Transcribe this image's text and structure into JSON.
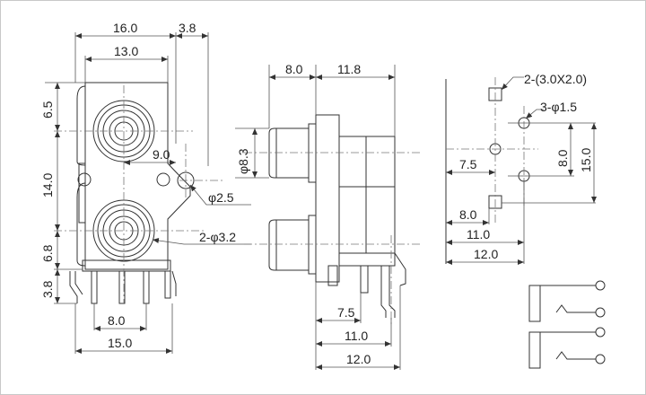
{
  "front_view": {
    "width_top": "16.0",
    "width_inner": "13.0",
    "offset_right": "3.8",
    "height_upper": "6.5",
    "height_total": "14.0",
    "center_offset": "9.0",
    "hole_small": "φ2.5",
    "hole_pair": "2-φ3.2",
    "height_lower": "6.8",
    "pin_length": "3.8",
    "pin_span": "8.0",
    "width_bottom": "15.0"
  },
  "side_view": {
    "jack_length": "8.0",
    "body_depth": "11.8",
    "jack_diameter": "φ8.3",
    "pin_7_5": "7.5",
    "pin_11_0": "11.0",
    "pin_12_0": "12.0"
  },
  "pcb_layout": {
    "slot_pair": "2-(3.0X2.0)",
    "hole_triple": "3-φ1.5",
    "dim_8_0_v": "8.0",
    "dim_15_0": "15.0",
    "dim_7_5": "7.5",
    "dim_8_0": "8.0",
    "dim_11_0": "11.0",
    "dim_12_0": "12.0"
  }
}
